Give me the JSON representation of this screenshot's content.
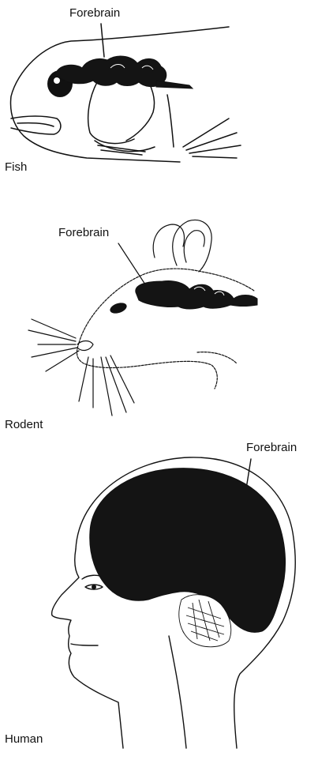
{
  "colors": {
    "ink": "#111111",
    "brain": "#141414",
    "background": "#ffffff"
  },
  "panels": {
    "fish": {
      "name": "Fish",
      "forebrain_label": "Forebrain",
      "drawing_icon": "fish-head-with-brain-icon"
    },
    "rodent": {
      "name": "Rodent",
      "forebrain_label": "Forebrain",
      "drawing_icon": "rodent-head-with-brain-icon"
    },
    "human": {
      "name": "Human",
      "forebrain_label": "Forebrain",
      "drawing_icon": "human-head-with-brain-icon"
    }
  }
}
